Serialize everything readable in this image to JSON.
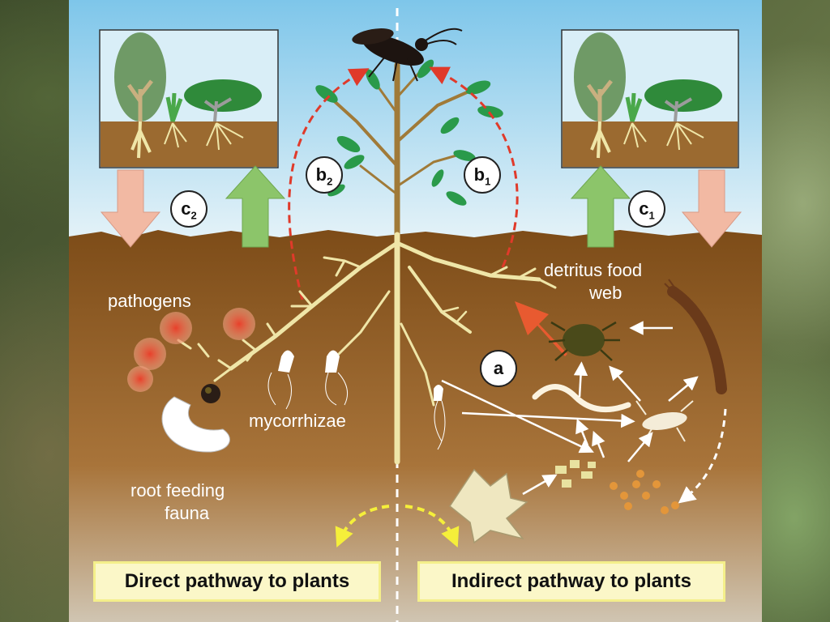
{
  "labels": {
    "pathogens": "pathogens",
    "detritus_line1": "detritus food",
    "detritus_line2": "web",
    "mycorrhizae": "mycorrhizae",
    "root_feeding_line1": "root feeding",
    "root_feeding_line2": "fauna"
  },
  "markers": {
    "b2": {
      "letter": "b",
      "sub": "2"
    },
    "b1": {
      "letter": "b",
      "sub": "1"
    },
    "c2": {
      "letter": "c",
      "sub": "2"
    },
    "c1": {
      "letter": "c",
      "sub": "1"
    },
    "a": {
      "letter": "a",
      "sub": ""
    }
  },
  "pathways": {
    "direct": "Direct pathway to plants",
    "indirect": "Indirect pathway to plants"
  },
  "colors": {
    "sky": "#c9e6f5",
    "soil": "#8a5a22",
    "root": "#efe6a8",
    "feedback_arrow": "#e03a2a",
    "up_arrow": "#8cc56a",
    "down_arrow": "#f2b9a3",
    "pathway_arrow": "#f5ef3a"
  }
}
